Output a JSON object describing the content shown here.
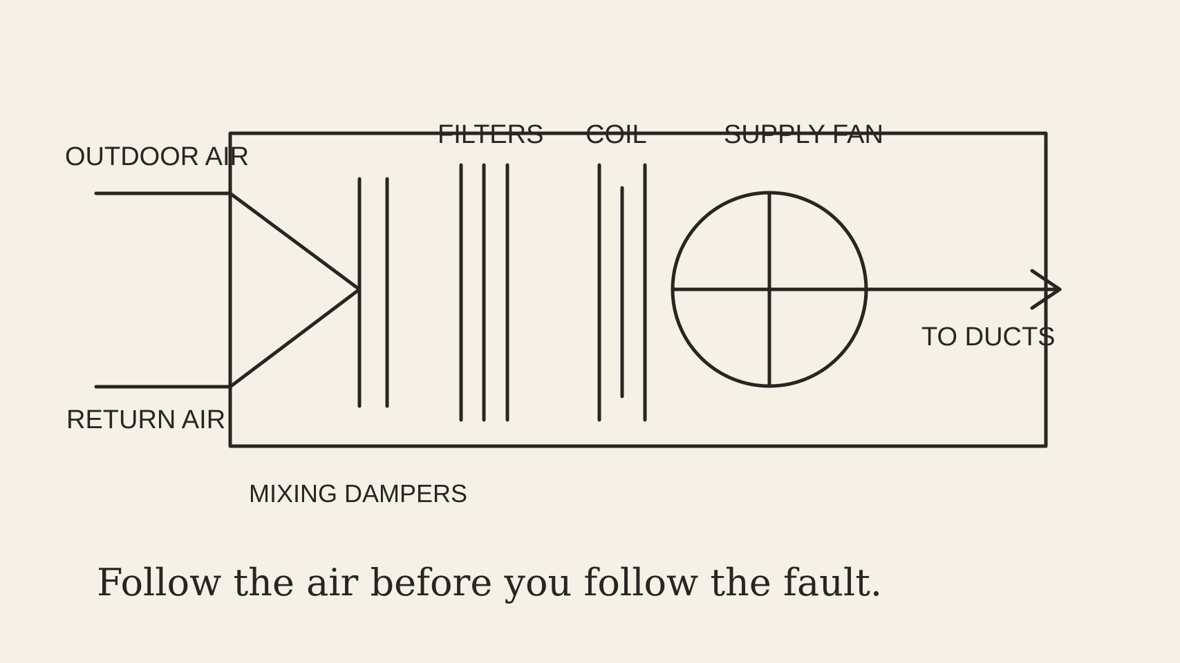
{
  "labels": {
    "outdoor_air": "OUTDOOR AIR",
    "return_air": "RETURN AIR",
    "filters": "FILTERS",
    "coil": "COIL",
    "supply_fan": "SUPPLY FAN",
    "to_ducts": "TO DUCTS",
    "mixing_dampers": "MIXING DAMPERS"
  },
  "tagline": "Follow the air before you follow the fault.",
  "colors": {
    "background": "#f5f1e7",
    "ink": "#262622"
  }
}
